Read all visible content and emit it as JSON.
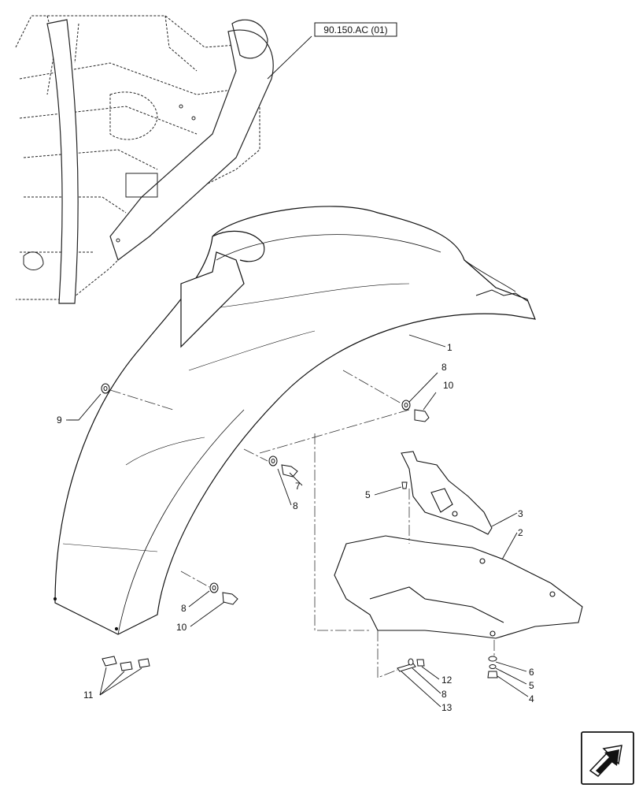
{
  "reference": {
    "text": "90.150.AC (01)"
  },
  "callouts": {
    "c1": "1",
    "c2": "2",
    "c3": "3",
    "c4": "4",
    "c5a": "5",
    "c5b": "5",
    "c6": "6",
    "c7": "7",
    "c8a": "8",
    "c8b": "8",
    "c8c": "8",
    "c8d": "8",
    "c9": "9",
    "c10a": "10",
    "c10b": "10",
    "c11": "11",
    "c12": "12",
    "c13": "13"
  },
  "nav_icon": {
    "name": "next-page-arrow-icon"
  }
}
